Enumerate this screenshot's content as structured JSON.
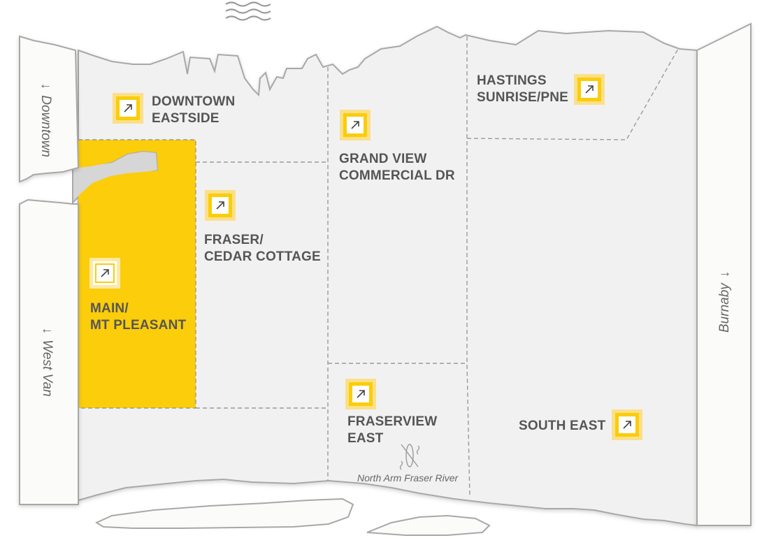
{
  "neighbourhoods": [
    {
      "id": "downtown-eastside",
      "line1": "DOWNTOWN",
      "line2": "EASTSIDE",
      "active": false
    },
    {
      "id": "hastings-sunrise",
      "line1": "HASTINGS",
      "line2": "SUNRISE/PNE",
      "active": false
    },
    {
      "id": "grand-view",
      "line1": "GRAND VIEW",
      "line2": "COMMERCIAL DR",
      "active": false
    },
    {
      "id": "fraser-cedar",
      "line1": "FRASER/",
      "line2": "CEDAR COTTAGE",
      "active": false
    },
    {
      "id": "main-mt-pleasant",
      "line1": "MAIN/",
      "line2": "MT PLEASANT",
      "active": true
    },
    {
      "id": "fraserview-east",
      "line1": "FRASERVIEW",
      "line2": "EAST",
      "active": false
    },
    {
      "id": "south-east",
      "line1": "SOUTH EAST",
      "line2": "",
      "active": false
    }
  ],
  "edges": {
    "downtown": "Downtown",
    "west_van": "West Van",
    "burnaby": "Burnaby"
  },
  "river_label": "North Arm Fraser River",
  "colors": {
    "highlight": "#fbcd0a",
    "land": "#f1f1f1",
    "text": "#555555"
  },
  "icons": {
    "marker": "arrow-up-right-icon",
    "water": "waves-icon",
    "kayak": "kayak-icon",
    "arrow": "arrow-icon"
  }
}
